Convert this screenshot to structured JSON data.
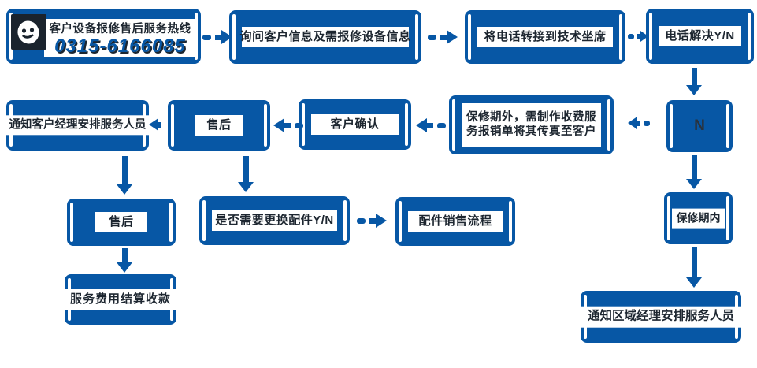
{
  "colors": {
    "primary_blue": "#0757a5",
    "dark_navy": "#1d2630",
    "icon_bg": "#1a232d",
    "band_white": "#ffffff"
  },
  "hotline": {
    "icon": "customer-service-headset-icon",
    "title": "客户设备报修售后服务热线",
    "phone": "0315-6166085"
  },
  "nodes": {
    "ask_info": "询问客户信息及需报修设备信息",
    "transfer_call": "将电话转接到技术坐席",
    "phone_solved": "电话解决Y/N",
    "n_label": "N",
    "out_warranty_line1": "保修期外，需制作收费服",
    "out_warranty_line2": "务报销单将其传真至客户",
    "customer_confirm": "客户确认",
    "after_sales_a": "售后",
    "notify_customer_manager": "通知客户经理安排服务人员",
    "after_sales_b": "售后",
    "need_replace_parts": "是否需要更换配件Y/N",
    "parts_sales_process": "配件销售流程",
    "fee_settlement": "服务费用结算收款",
    "in_warranty": "保修期内",
    "notify_region_manager": "通知区域经理安排服务人员"
  }
}
